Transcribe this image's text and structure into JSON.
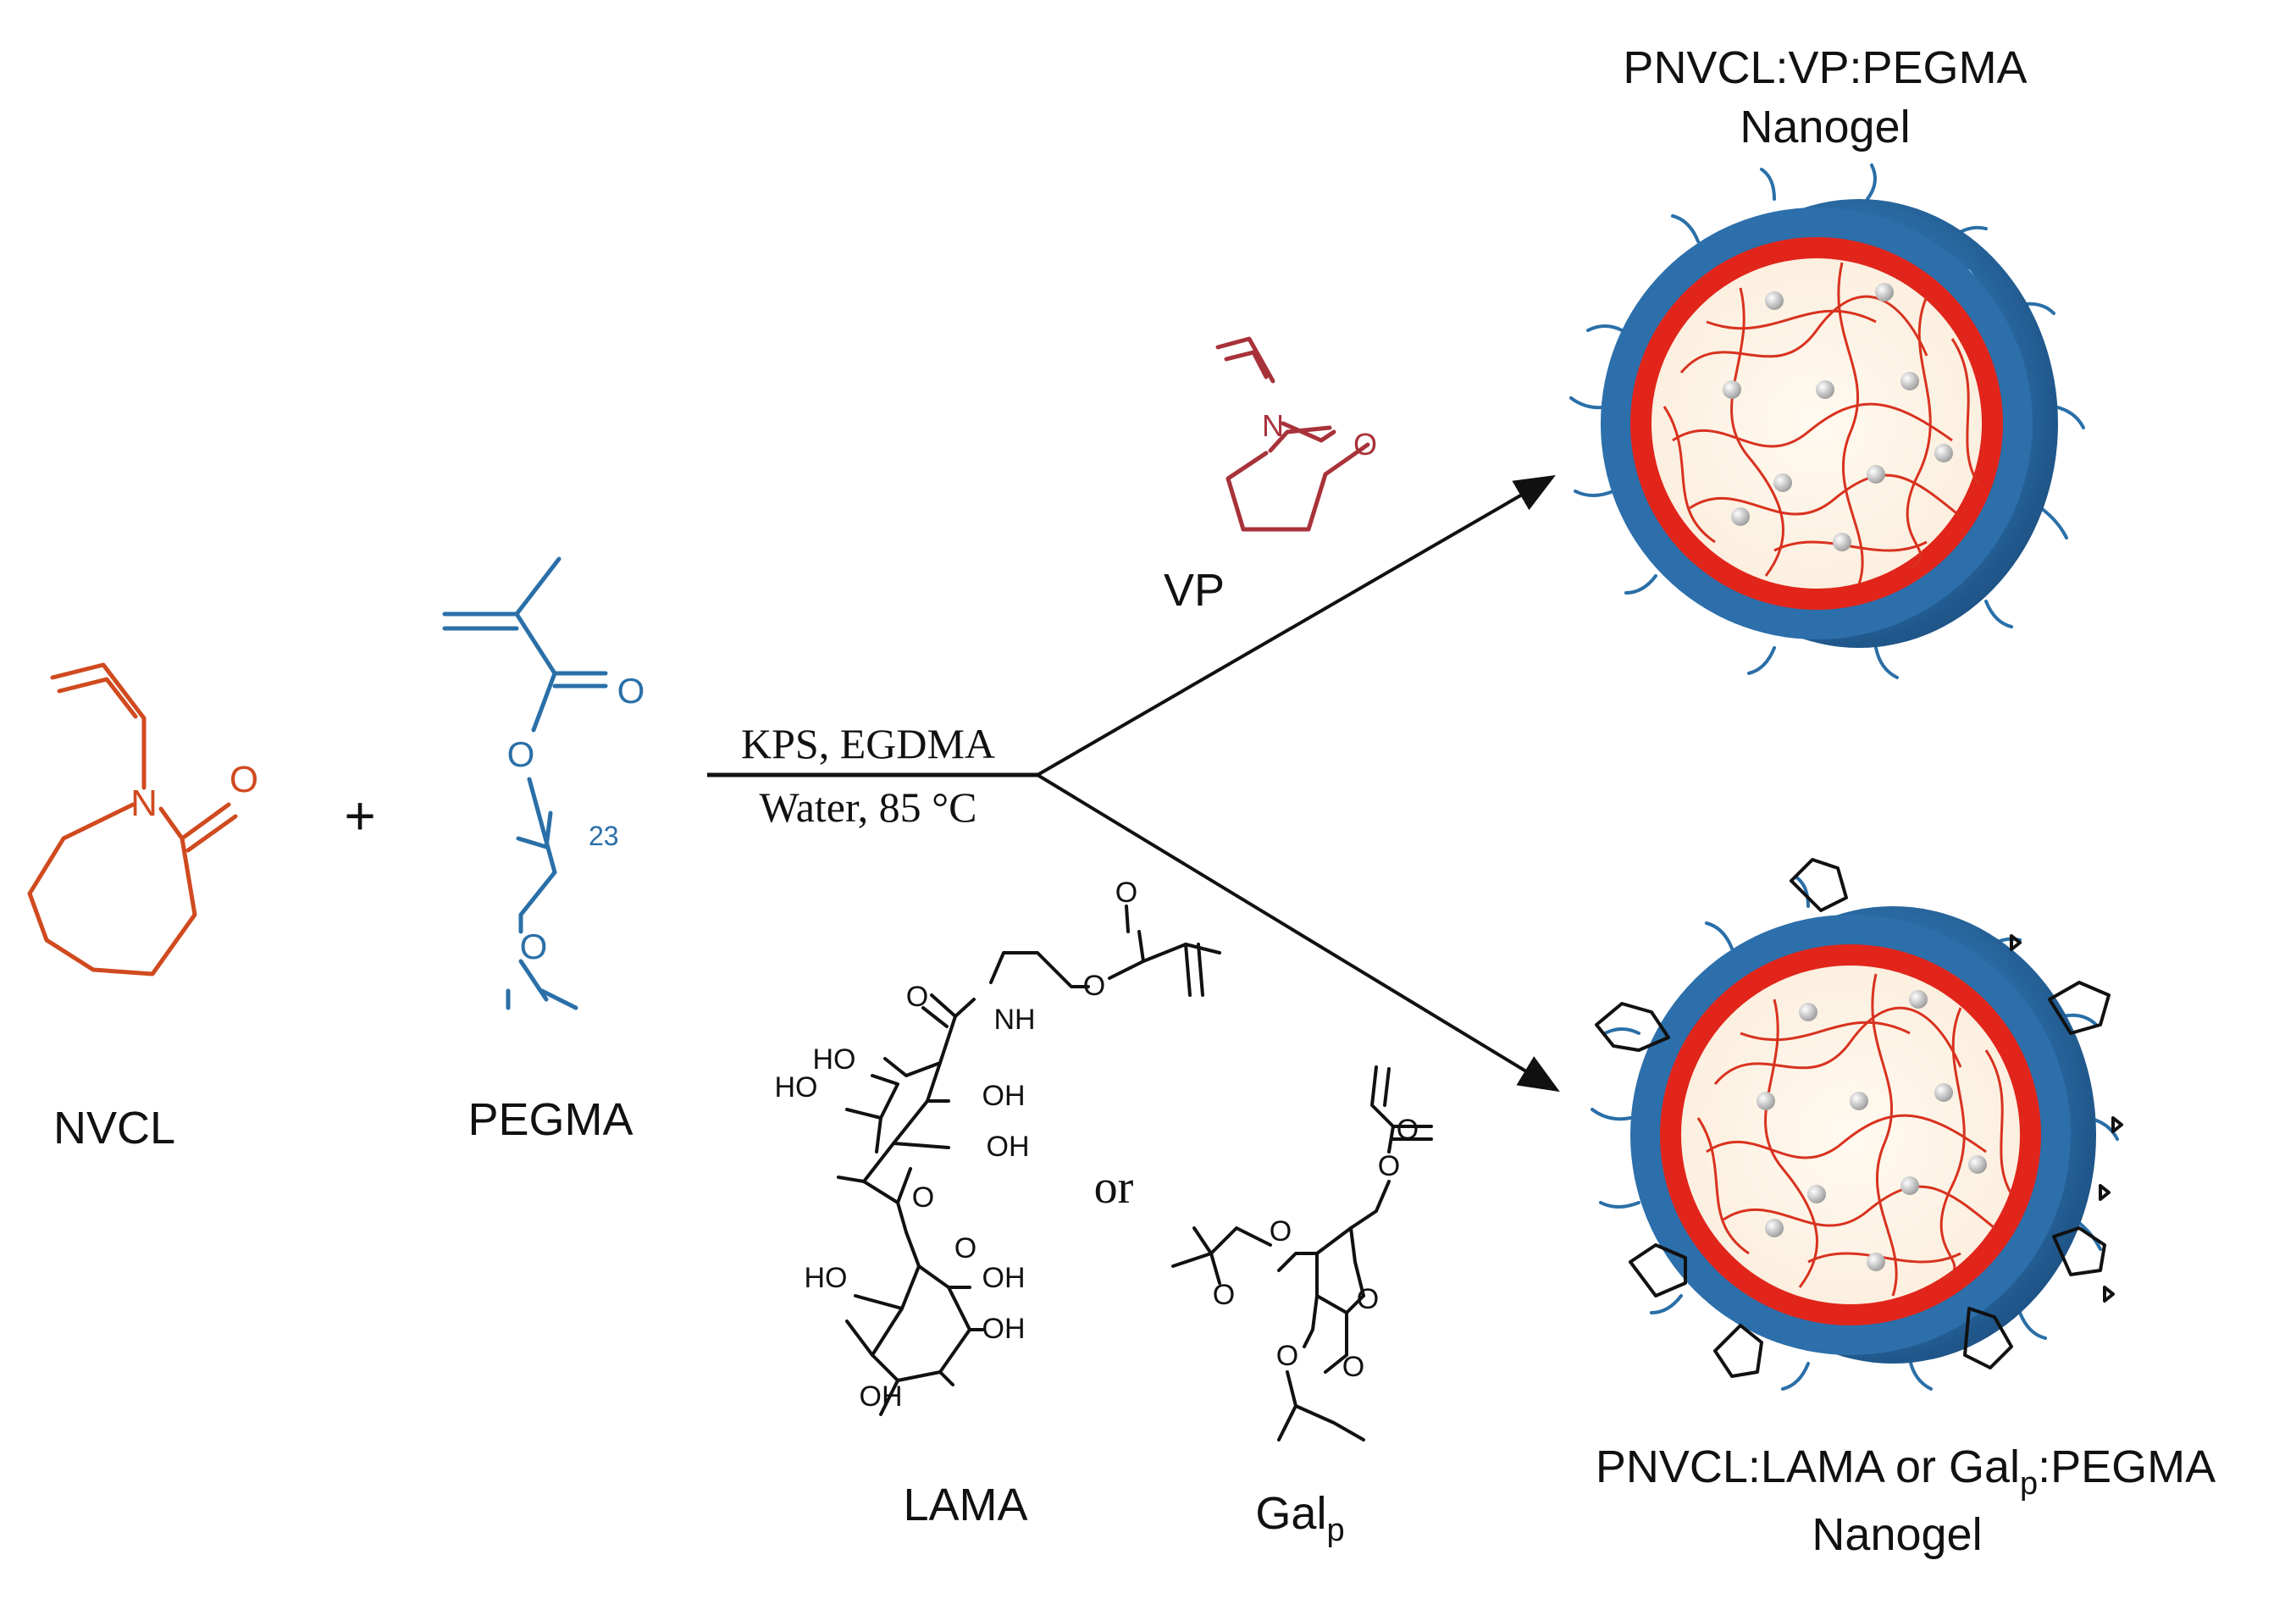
{
  "reactants": {
    "nvcl_label": "NVCL",
    "plus_sign": "+",
    "pegma_label": "PEGMA",
    "pegma_repeat_n": "23"
  },
  "conditions": {
    "above_arrow": "KPS, EGDMA",
    "below_arrow": "Water, 85 °C"
  },
  "upper_route": {
    "comonomer_label": "VP",
    "product_line1": "PNVCL:VP:PEGMA",
    "product_line2": "Nanogel"
  },
  "lower_route": {
    "comonomer1_label": "LAMA",
    "or_word": "or",
    "comonomer2_label_base": "Gal",
    "comonomer2_label_sub": "p",
    "product_line1_a": "PNVCL:LAMA or Gal",
    "product_line1_sub": "p",
    "product_line1_b": ":PEGMA",
    "product_line2": "Nanogel"
  },
  "atom_labels": {
    "N": "N",
    "O": "O",
    "NH": "NH",
    "HO": "HO",
    "OH": "OH"
  },
  "colors": {
    "nvcl": "#d04a1f",
    "pegma": "#2a6fa8",
    "vp": "#a8323a",
    "sugar": "#111111",
    "nanogel_shell": "#2c6fab",
    "nanogel_ring": "#e1251b",
    "nanogel_core": "#fdf5e6"
  }
}
